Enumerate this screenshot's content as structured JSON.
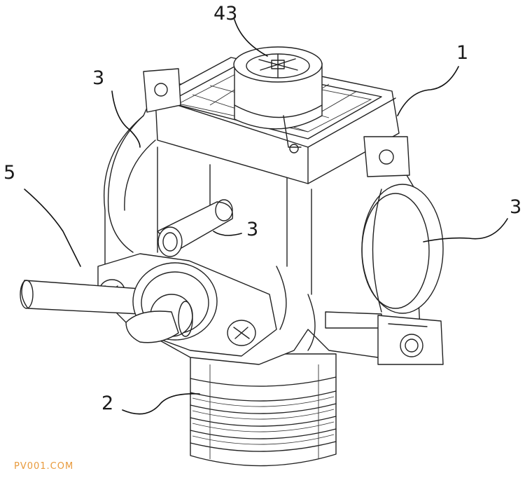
{
  "labels": {
    "top_center": "43",
    "top_right": "1",
    "upper_left": "3",
    "inlet_pin": "3",
    "right_port": "3",
    "left_handle": "5",
    "bottom_thread": "2"
  },
  "watermark": "PV001.COM",
  "colors": {
    "line": "#222222",
    "watermark": "#e89a3c",
    "background": "#ffffff"
  }
}
